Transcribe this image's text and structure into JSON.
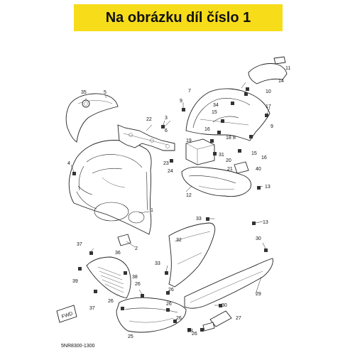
{
  "header": {
    "title": "Na obrázku díl číslo 1"
  },
  "footer": {
    "code": "5NR8300-1300"
  },
  "fwd_badge": "FWD",
  "callouts": [
    "1",
    "2",
    "3",
    "4",
    "5",
    "6",
    "7",
    "8",
    "9",
    "10",
    "11",
    "12",
    "13",
    "14",
    "15",
    "16",
    "17",
    "18",
    "19",
    "20",
    "21",
    "22",
    "23",
    "24",
    "25",
    "26",
    "27",
    "28",
    "29",
    "30",
    "31",
    "32",
    "33",
    "34",
    "35",
    "36",
    "37",
    "38",
    "39",
    "40"
  ],
  "colors": {
    "banner": "#f7dc1a",
    "ink": "#222222"
  }
}
